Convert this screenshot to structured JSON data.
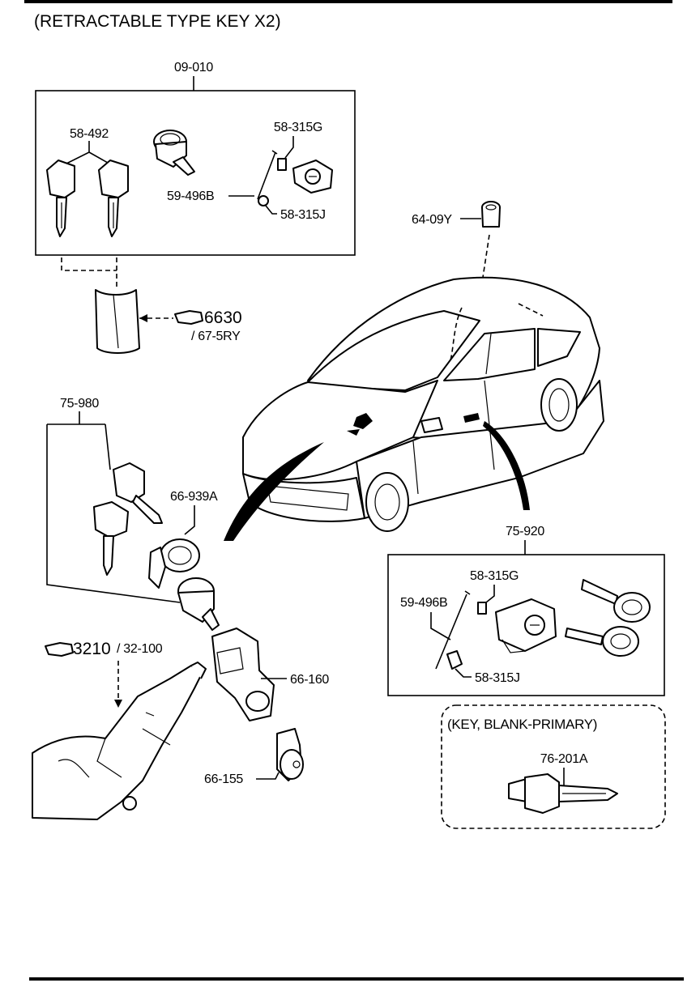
{
  "title": "(RETRACTABLE TYPE KEY X2)",
  "groups": {
    "main_set": "09-010",
    "ignition_keys": "75-980",
    "door_set": "75-920"
  },
  "labels": {
    "key": "58-492",
    "spring_top": "58-315G",
    "rod": "59-496B",
    "spring_bottom": "58-315J",
    "trunk_cylinder": "64-09Y",
    "ring": "66-939A",
    "switch_body": "66-160",
    "switch_bottom": "66-155",
    "door_spring_top": "58-315G",
    "door_rod": "59-496B",
    "door_spring_bottom": "58-315J",
    "blank_key": "76-201A"
  },
  "references": {
    "cover_ref": "6630",
    "cover_sub": "/ 67-5RY",
    "column_ref": "3210",
    "column_sub": "/ 32-100"
  },
  "blank_key_box_title": "(KEY, BLANK-PRIMARY)"
}
